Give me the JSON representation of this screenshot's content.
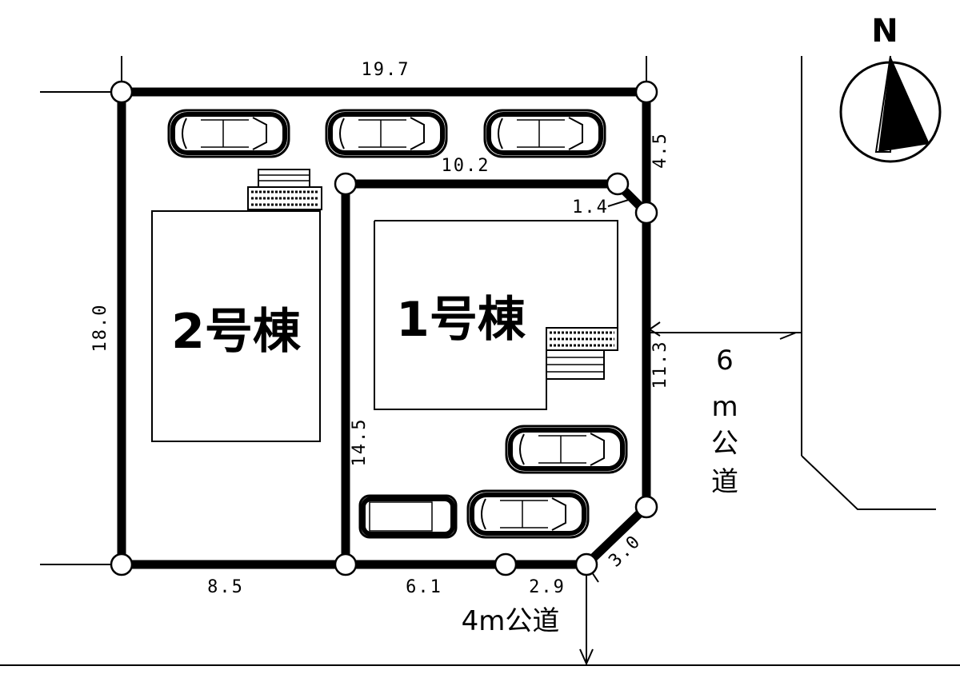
{
  "compass": {
    "label": "N"
  },
  "buildings": [
    {
      "label": "2号棟"
    },
    {
      "label": "1号棟"
    }
  ],
  "dimensions": {
    "top": "19.7",
    "left": "18.0",
    "right_top": "4.5",
    "inner_top": "10.2",
    "corner": "1.4",
    "right": "11.3",
    "inner_left": "14.5",
    "bottom_left": "8.5",
    "bottom_mid": "6.1",
    "bottom_right": "2.9",
    "chamfer": "3.0"
  },
  "roads": {
    "east_width": "6",
    "east_unit": "m",
    "east_kou": "公",
    "east_dou": "道",
    "south": "4m公道"
  }
}
